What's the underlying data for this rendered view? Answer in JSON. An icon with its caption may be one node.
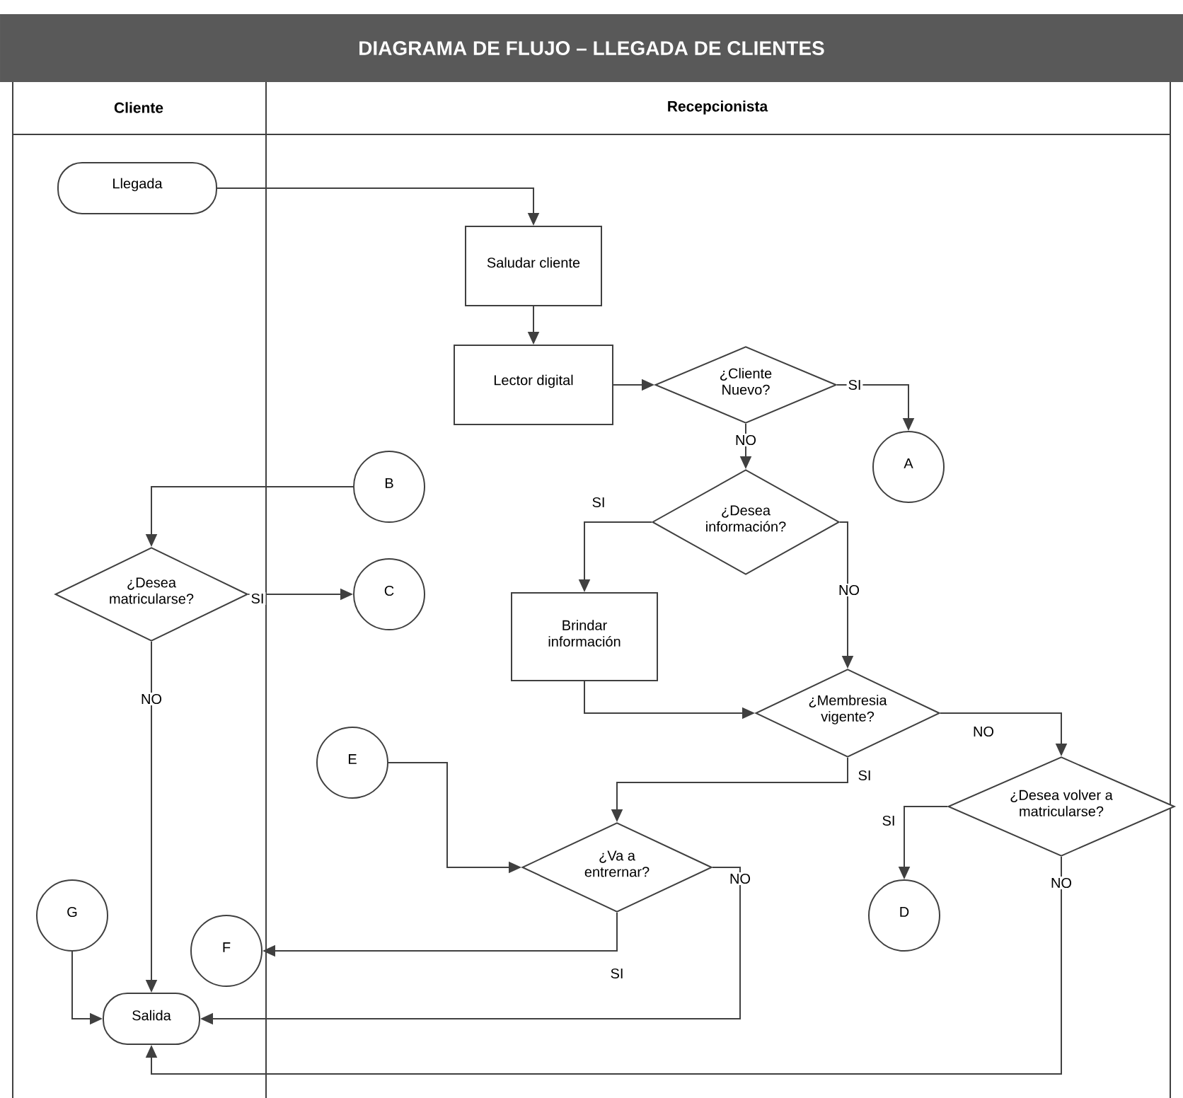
{
  "diagram": {
    "title": "DIAGRAMA DE FLUJO – LLEGADA DE CLIENTES",
    "nodes": [
      {
        "text": [
          "Llegada"
        ]
      },
      {
        "text": [
          "Saludar cliente"
        ]
      },
      {
        "text": [
          "Lector digital"
        ]
      },
      {
        "text": [
          "¿Cliente Nuevo?"
        ]
      },
      {
        "text": [
          "A"
        ]
      },
      {
        "text": [
          "B"
        ]
      },
      {
        "text": [
          "¿Desea matricularse?"
        ]
      },
      {
        "text": [
          "C"
        ]
      },
      {
        "text": [
          "¿Desea información?"
        ]
      },
      {
        "text": [
          "Brindar información"
        ]
      },
      {
        "text": [
          "¿Membresia vigente?"
        ]
      },
      {
        "text": [
          "E"
        ]
      },
      {
        "text": [
          "¿Va a entrernar?"
        ]
      },
      {
        "text": [
          "¿Desea volver a matricularse?"
        ]
      },
      {
        "text": [
          "D"
        ]
      },
      {
        "text": [
          "G"
        ]
      },
      {
        "text": [
          "F"
        ]
      },
      {
        "text": [
          "Salida"
        ]
      }
    ],
    "edges": [
      {
        "from": 0,
        "to": 1,
        "arrow": "to"
      },
      {
        "from": 1,
        "to": 2,
        "arrow": "to"
      },
      {
        "from": 2,
        "to": 3,
        "arrow": "to"
      },
      {
        "from": 3,
        "to": 4,
        "arrow": "to",
        "label": "SI"
      },
      {
        "from": 3,
        "to": 8,
        "arrow": "to",
        "label": "NO"
      },
      {
        "from": 8,
        "to": 9,
        "arrow": "to",
        "label": "SI"
      },
      {
        "from": 8,
        "to": 10,
        "arrow": "to",
        "label": "NO"
      },
      {
        "from": 9,
        "to": 10,
        "arrow": "to"
      },
      {
        "from": 5,
        "to": 6,
        "arrow": "to"
      },
      {
        "from": 6,
        "to": 7,
        "arrow": "to",
        "label": "SI"
      },
      {
        "from": 6,
        "to": 17,
        "arrow": "to",
        "label": "NO"
      },
      {
        "from": 10,
        "to": 13,
        "arrow": "to",
        "label": "NO"
      },
      {
        "from": 10,
        "to": 12,
        "arrow": "to",
        "label": "SI"
      },
      {
        "from": 11,
        "to": 12,
        "arrow": "to"
      },
      {
        "from": 13,
        "to": 14,
        "arrow": "to",
        "label": "SI"
      },
      {
        "from": 13,
        "to": 17,
        "arrow": "to",
        "label": "NO"
      },
      {
        "from": 12,
        "to": 16,
        "arrow": "to",
        "label": "SI"
      },
      {
        "from": 12,
        "to": 17,
        "arrow": "to",
        "label": "NO"
      },
      {
        "from": 15,
        "to": 17,
        "arrow": "to"
      }
    ],
    "labels": [
      "Cliente",
      "Recepcionista"
    ]
  }
}
